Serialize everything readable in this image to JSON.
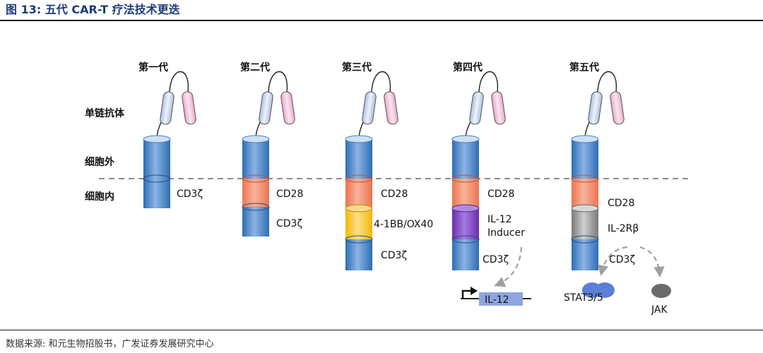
{
  "figure": {
    "title": "图 13:  五代 CAR-T 疗法技术更迭",
    "source": "数据来源:  和元生物招股书，广发证券发展研究中心"
  },
  "row_labels": {
    "scfv": "单链抗体",
    "extracellular": "细胞外",
    "intracellular": "细胞内"
  },
  "generations": [
    {
      "label": "第一代",
      "domains": [
        "CD3ζ"
      ]
    },
    {
      "label": "第二代",
      "domains": [
        "CD28",
        "CD3ζ"
      ]
    },
    {
      "label": "第三代",
      "domains": [
        "CD28",
        "4-1BB/OX40",
        "CD3ζ"
      ]
    },
    {
      "label": "第四代",
      "domains": [
        "CD28",
        "IL-12",
        "Inducer",
        "CD3ζ"
      ]
    },
    {
      "label": "第五代",
      "domains": [
        "CD28",
        "IL-2Rβ",
        "CD3ζ"
      ]
    }
  ],
  "gen4_extra": {
    "gene": "IL-12"
  },
  "gen5_extra": {
    "stat": "STAT3/5",
    "jak": "JAK"
  },
  "colors": {
    "blue_segment": "#4a86c8",
    "cd28": "#f08a64",
    "costim_41bb": "#f5c518",
    "inducer": "#7a3fbf",
    "il2rb": "#8f8f8f",
    "scfv_blue": "#c9d7ec",
    "scfv_pink": "#f3c0da",
    "membrane": "#8c8c8c",
    "gene_box": "#8ea6dd",
    "title": "#1f3c7a"
  }
}
